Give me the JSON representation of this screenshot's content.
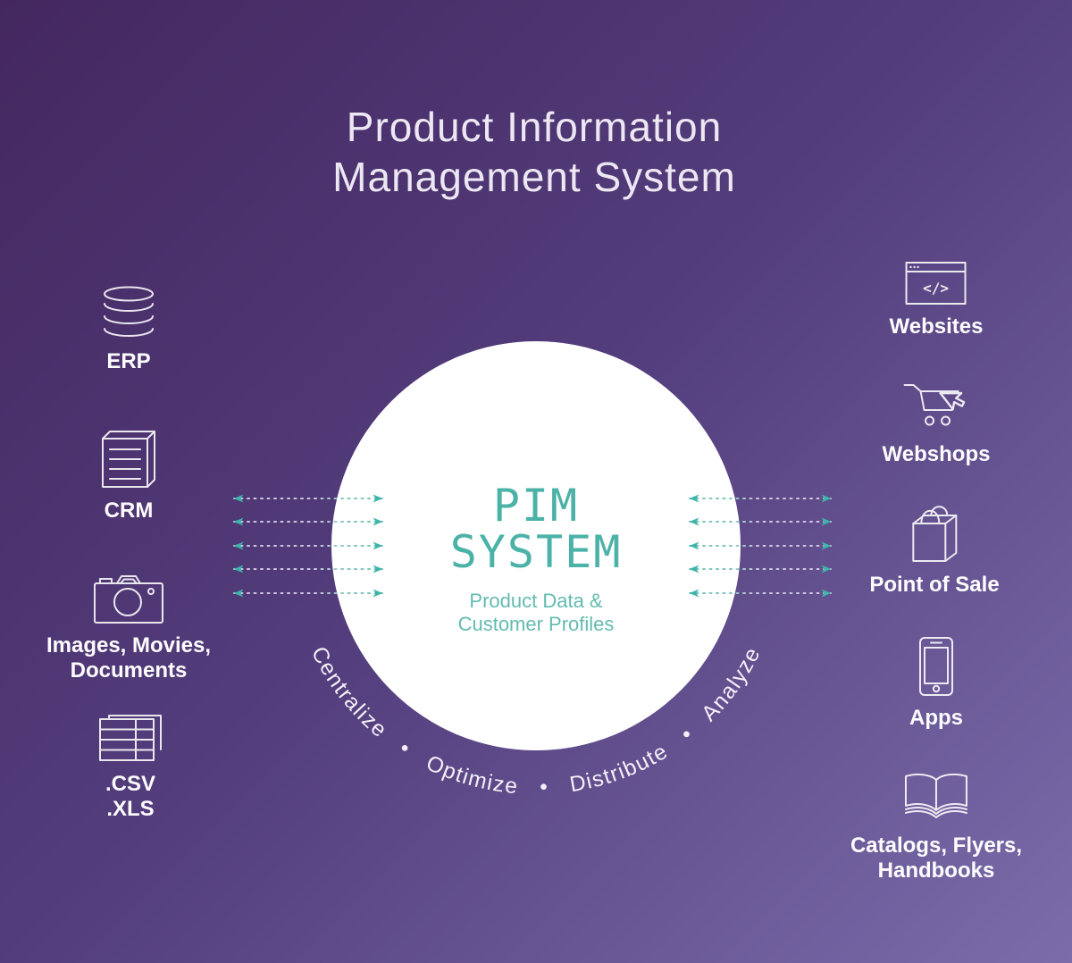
{
  "page": {
    "title_line1": "Product Information",
    "title_line2": "Management System"
  },
  "hub": {
    "name_line1": "PIM",
    "name_line2": "SYSTEM",
    "subtitle_line1": "Product Data &",
    "subtitle_line2": "Customer Profiles",
    "process_arc": "Centralize   •   Optimize   •   Distribute   •   Analyze"
  },
  "inputs": {
    "items": [
      {
        "icon": "database-icon",
        "line1": "ERP"
      },
      {
        "icon": "document-icon",
        "line1": "CRM"
      },
      {
        "icon": "camera-icon",
        "line1": "Images, Movies,",
        "line2": "Documents"
      },
      {
        "icon": "spreadsheet-icon",
        "line1": ".CSV",
        "line2": ".XLS"
      }
    ]
  },
  "outputs": {
    "items": [
      {
        "icon": "browser-code-icon",
        "line1": "Websites"
      },
      {
        "icon": "cart-cursor-icon",
        "line1": "Webshops"
      },
      {
        "icon": "shopping-bag-icon",
        "line1": "Point of Sale"
      },
      {
        "icon": "smartphone-icon",
        "line1": "Apps"
      },
      {
        "icon": "open-book-icon",
        "line1": "Catalogs, Flyers,",
        "line2": "Handbooks"
      }
    ]
  },
  "icons": {
    "browser_code_glyph": "</>"
  },
  "colors": {
    "background_dark": "#44275f",
    "background_light": "#7b6caa",
    "hub_circle": "#ffffff",
    "accent_teal": "#4bb2a7",
    "subtitle_teal": "#63bbb0",
    "arrowhead_teal": "#3db5a8",
    "text_white": "#fdfcfe"
  }
}
